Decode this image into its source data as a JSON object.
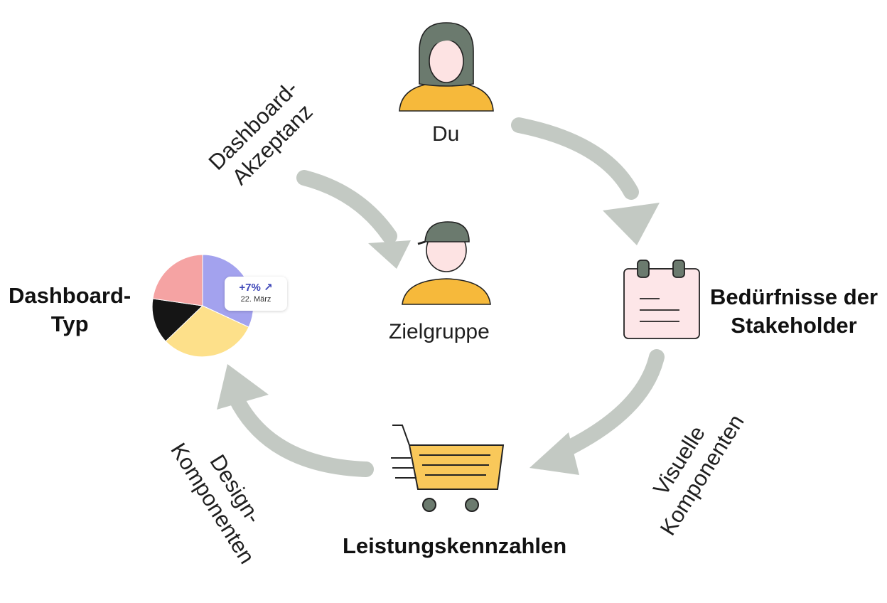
{
  "nodes": {
    "du": "Du",
    "zielgruppe": "Zielgruppe",
    "beduerfnisse": [
      "Bedürfnisse der",
      "Stakeholder"
    ],
    "leistung": "Leistungskennzahlen",
    "dashboard_typ": [
      "Dashboard-",
      "Typ"
    ]
  },
  "edges": {
    "akzeptanz": [
      "Dashboard-",
      "Akzeptanz"
    ],
    "design": [
      "Design-",
      "Komponenten"
    ],
    "visuelle": [
      "Visuelle",
      "Komponenten"
    ]
  },
  "badge": {
    "change": "+7%",
    "date": "22. März"
  },
  "colors": {
    "arrow": "#c3c9c3",
    "hair": "#6b7a6e",
    "shirt": "#f6b93b",
    "skin": "#fde3e3",
    "note_fill": "#fde6e8",
    "cart": "#f9c85a",
    "pie_pink": "#f5a3a3",
    "pie_purple": "#a3a2ee",
    "pie_yellow": "#fde08a",
    "pie_black": "#151515"
  },
  "icons": [
    "woman-icon",
    "person-cap-icon",
    "notepad-icon",
    "shopping-cart-icon",
    "pie-chart-icon",
    "trend-up-icon"
  ]
}
